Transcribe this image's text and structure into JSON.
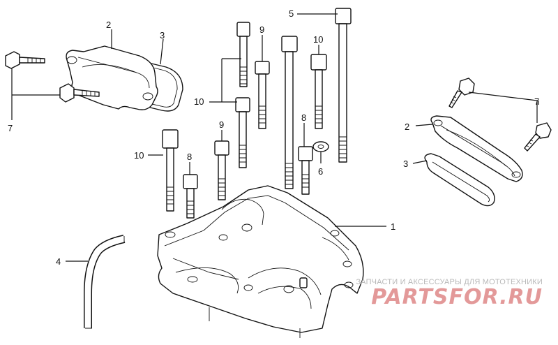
{
  "callouts": {
    "c1": "1",
    "c2_left": "2",
    "c2_right": "2",
    "c3_left": "3",
    "c3_right": "3",
    "c4": "4",
    "c5": "5",
    "c6": "6",
    "c7_left": "7",
    "c7_right": "7",
    "c8_mid": "8",
    "c8_right": "8",
    "c9_top": "9",
    "c9_mid": "9",
    "c10_topleft": "10",
    "c10_left": "10",
    "c10_right": "10"
  },
  "watermark": {
    "tagline": "ЗАПЧАСТИ И АКСЕССУАРЫ ДЛЯ МОТОТЕХНИКИ",
    "logo": "PARTSFOR.RU"
  }
}
